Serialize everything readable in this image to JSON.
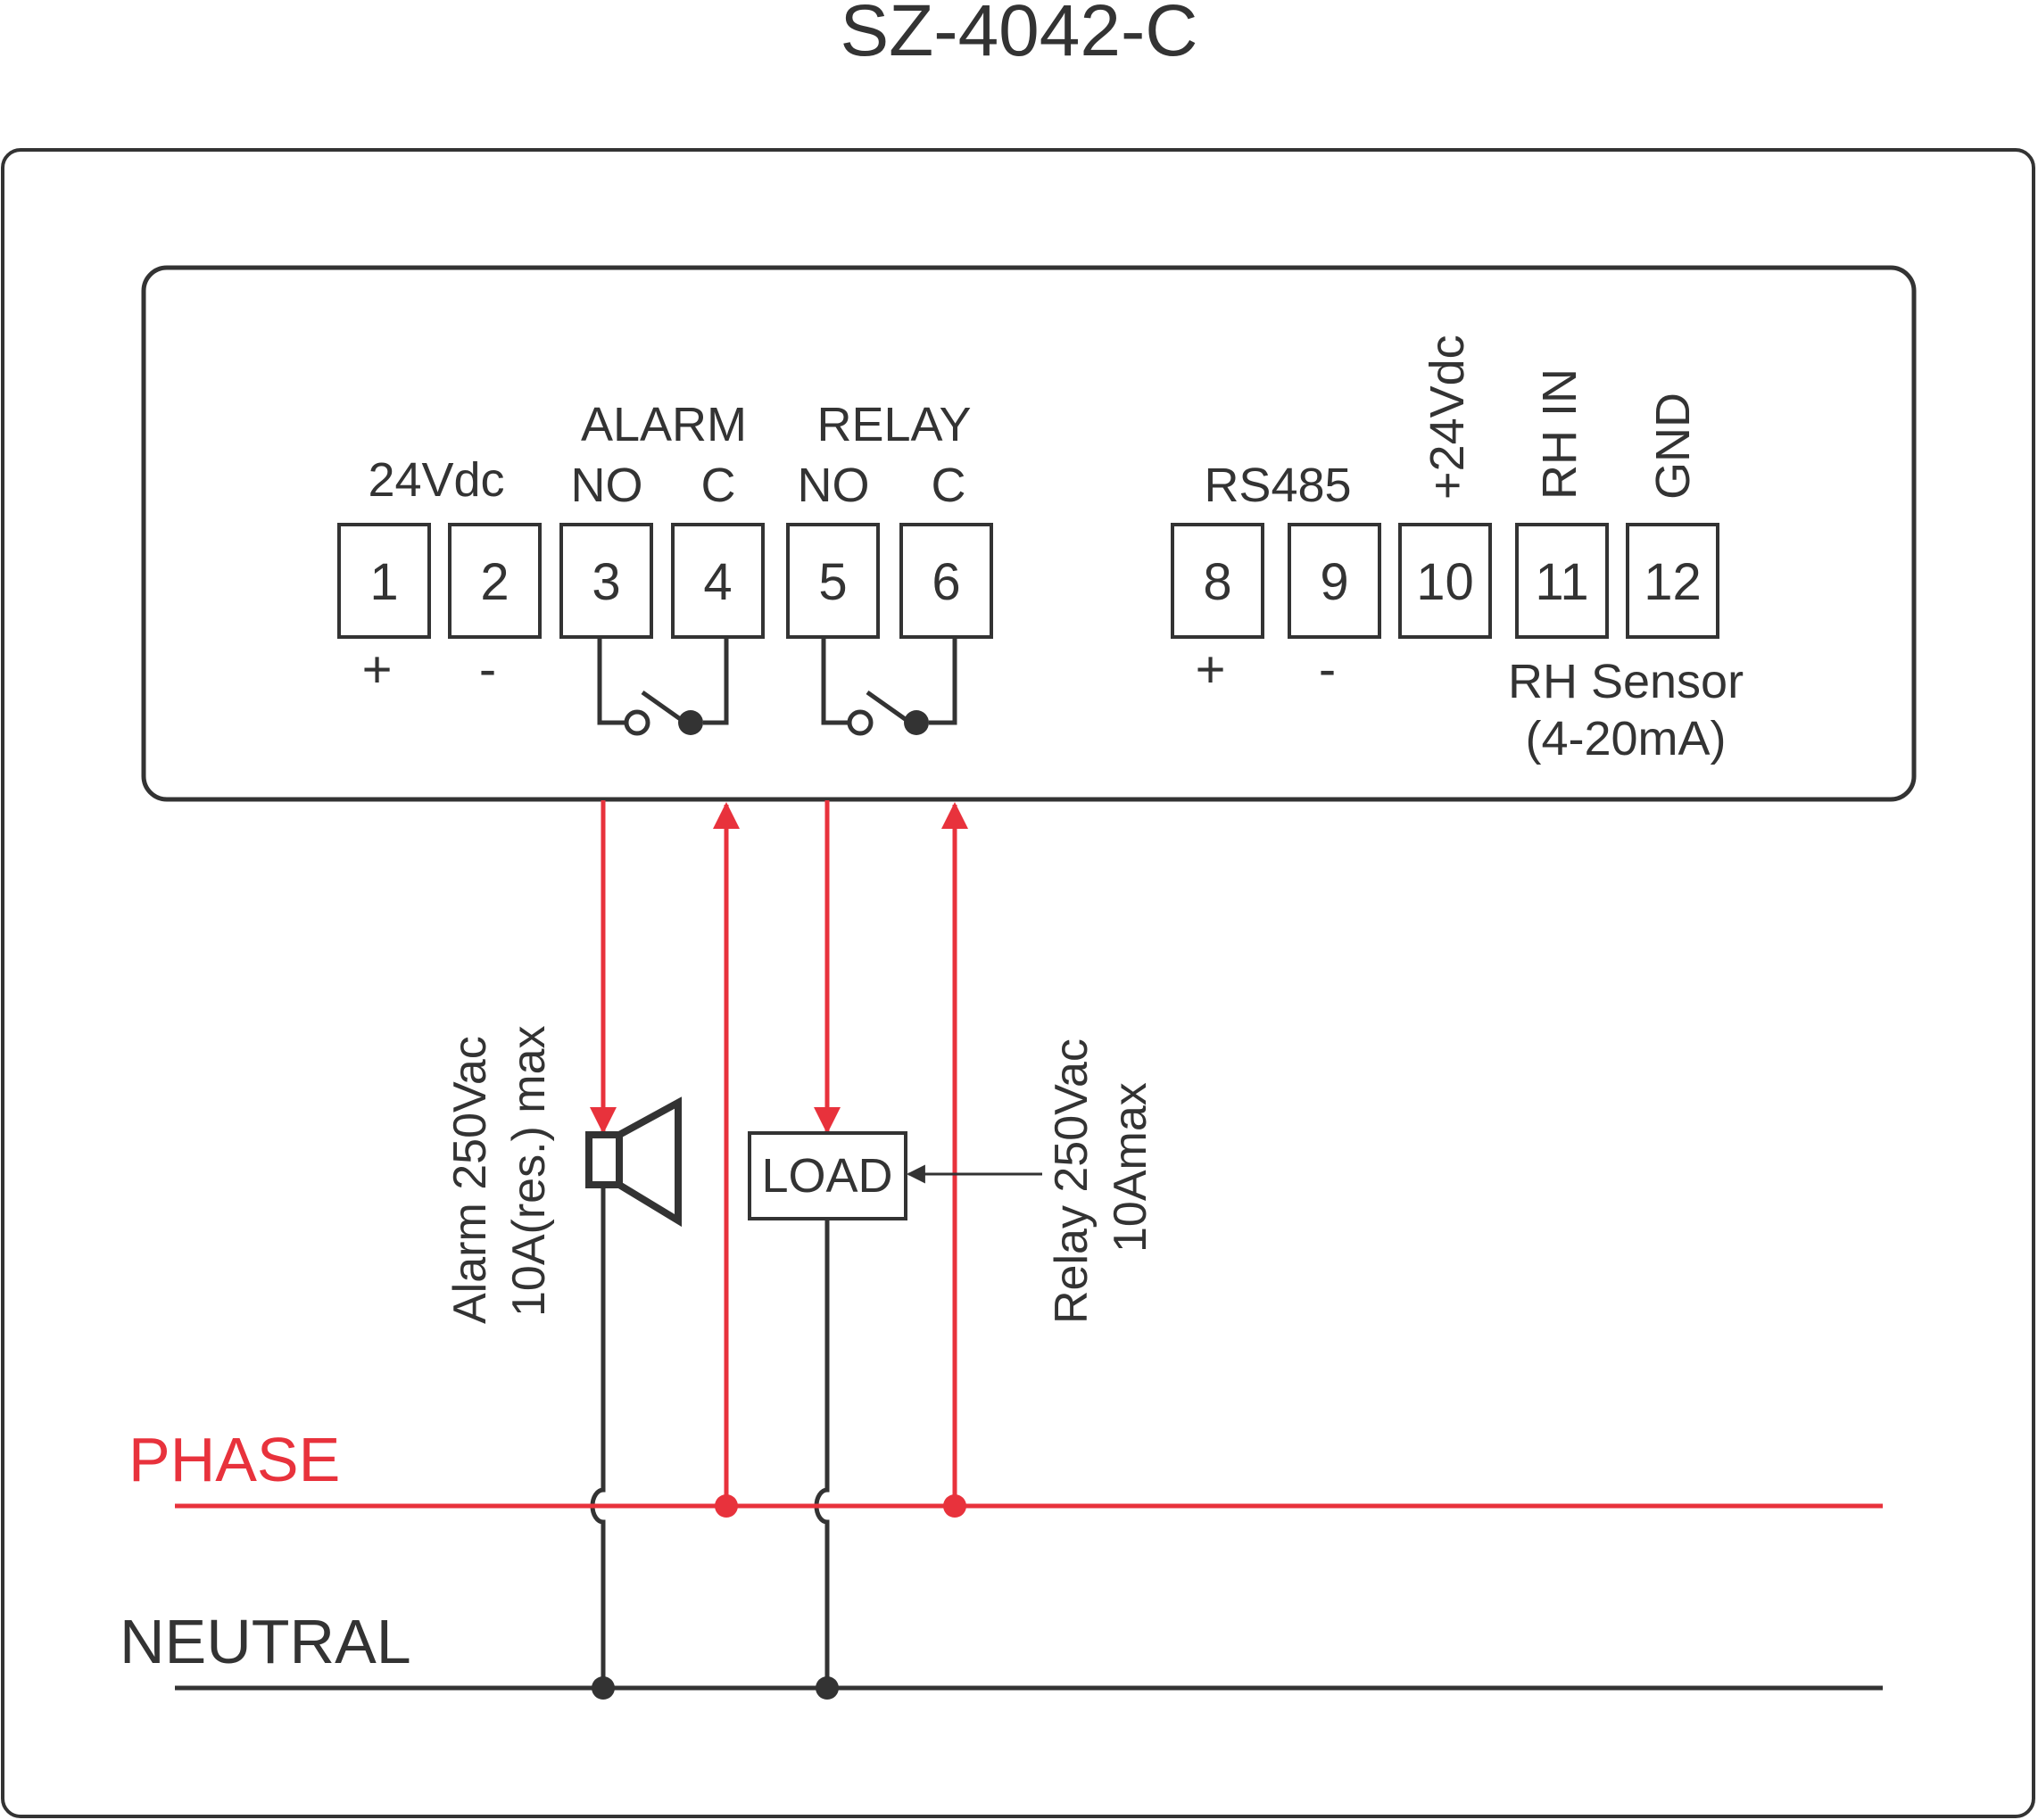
{
  "title": "SZ-4042-C",
  "colors": {
    "dark": "#333333",
    "red": "#e8323c",
    "background": "#ffffff"
  },
  "group_labels": {
    "supply": "24Vdc",
    "alarm": "ALARM",
    "relay": "RELAY",
    "rs485": "RS485",
    "plus24": "+24Vdc",
    "rhin": "RH IN",
    "gnd": "GND"
  },
  "contact_labels": {
    "alarm_no": "NO",
    "alarm_c": "C",
    "relay_no": "NO",
    "relay_c": "C"
  },
  "terminals": [
    {
      "number": "1",
      "sign": "+"
    },
    {
      "number": "2",
      "sign": "-"
    },
    {
      "number": "3",
      "sign": ""
    },
    {
      "number": "4",
      "sign": ""
    },
    {
      "number": "5",
      "sign": ""
    },
    {
      "number": "6",
      "sign": ""
    },
    {
      "number": "8",
      "sign": "+"
    },
    {
      "number": "9",
      "sign": "-"
    },
    {
      "number": "10",
      "sign": ""
    },
    {
      "number": "11",
      "sign": ""
    },
    {
      "number": "12",
      "sign": ""
    }
  ],
  "rh_sensor": {
    "line1": "RH Sensor",
    "line2": "(4-20mA)"
  },
  "alarm_note": {
    "line1": "Alarm 250Vac",
    "line2": "10A(res.) max"
  },
  "relay_note": {
    "line1": "Relay 250Vac",
    "line2": "10Amax"
  },
  "load_label": "LOAD",
  "lines": {
    "phase": "PHASE",
    "neutral": "NEUTRAL"
  },
  "icons": {
    "alarm_device": "horn-speaker-icon",
    "switch": "relay-switch-icon"
  }
}
